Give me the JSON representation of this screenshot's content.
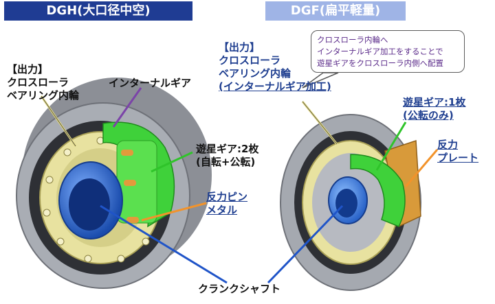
{
  "headers": {
    "dgh": "DGH(大口径中空)",
    "dgf": "DGF(扁平軽量)"
  },
  "left_labels": {
    "output": [
      "【出力】",
      "クロスローラ",
      "ベアリング内輪"
    ],
    "internal_gear": "インターナルギア",
    "planet_gear": [
      "遊星ギア:2枚",
      "(自転+公転)"
    ],
    "reaction_pin": [
      "反力ピン",
      "メタル"
    ]
  },
  "right_labels": {
    "output": [
      "【出力】",
      "クロスローラ",
      "ベアリング内輪",
      "(インターナルギア加工)"
    ],
    "planet_gear": [
      "遊星ギア:1枚",
      "(公転のみ)"
    ],
    "reaction_plate": [
      "反力",
      "プレート"
    ]
  },
  "callout": [
    "クロスローラ内輪へ",
    "インターナルギア加工をすることで",
    "遊星ギアをクロスローラ内側へ配置"
  ],
  "shared_label": "クランクシャフト",
  "colors": {
    "dgh_header": "#1f3c93",
    "dgf_header": "#9fb4e6",
    "label_blue": "#1d3d8f",
    "gear_green": "#3fd13a",
    "ring_yellow": "#e8e2a0",
    "shaft_blue": "#2a63c8",
    "plate_orange": "#d89a3a",
    "callout_text": "#5b2b8a"
  }
}
